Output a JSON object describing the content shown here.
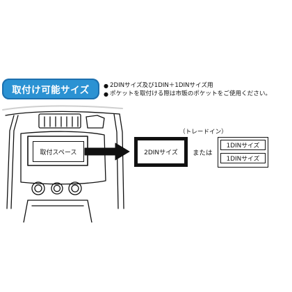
{
  "badge": {
    "label": "取付け可能サイズ"
  },
  "notes": [
    {
      "bullet": "●",
      "text": "2DINサイズ及び1DIN＋1DINサイズ用"
    },
    {
      "bullet": "●",
      "text": "ポケットを取付ける際は市販のポケットをご使用ください。"
    }
  ],
  "diagram": {
    "mount_space_label": "取付スペース",
    "tradein_label": "（トレードイン）",
    "din2_label": "2DINサイズ",
    "or_label": "または",
    "din1_labels": [
      "1DINサイズ",
      "1DINサイズ"
    ]
  },
  "colors": {
    "badge_bg": "#2b92d3",
    "line": "#111111",
    "dash_gray": "#cfcfcf"
  }
}
